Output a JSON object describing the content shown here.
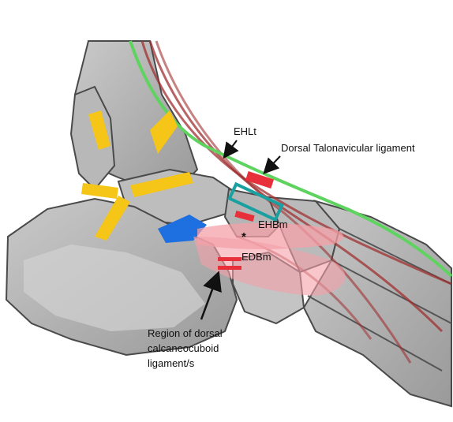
{
  "labels": {
    "ehlt": "EHLt",
    "dorsal_talonavicular": "Dorsal Talonavicular ligament",
    "ehbm": "EHBm",
    "edbm": "EDBm",
    "asterisk": "*",
    "dorsal_calcaneocuboid_1": "Region of dorsal",
    "dorsal_calcaneocuboid_2": "calcaneocuboid",
    "dorsal_calcaneocuboid_3": "ligament/s"
  },
  "colors": {
    "background": "#ffffff",
    "bone_fill": "#a9a9a9",
    "bone_light": "#cfcfcf",
    "bone_outline": "#4a4a4a",
    "tendon_green": "#5fd35f",
    "tendon_red": "#a03030",
    "ligament_red": "#e8303a",
    "ligament_yellow": "#f5c518",
    "ligament_blue": "#1e6fe0",
    "muscle_pink": "#f4a0a8",
    "highlight_teal": "#1aa0a0",
    "arrow_black": "#111111"
  }
}
